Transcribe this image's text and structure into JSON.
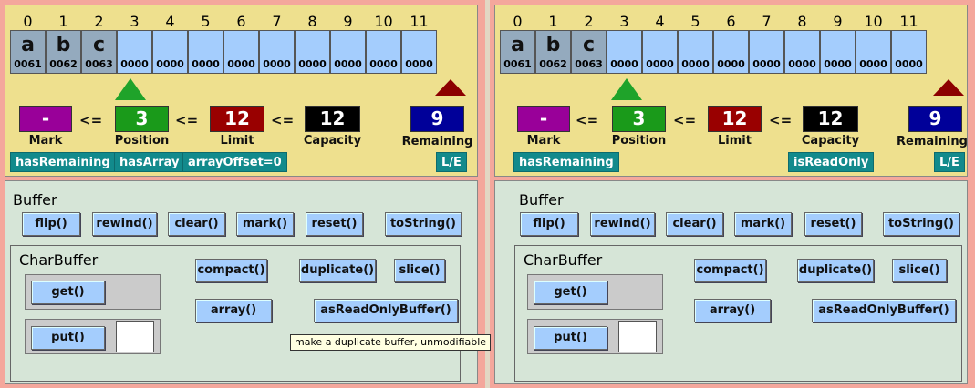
{
  "left": {
    "indices": [
      "0",
      "1",
      "2",
      "3",
      "4",
      "5",
      "6",
      "7",
      "8",
      "9",
      "10",
      "11"
    ],
    "cells": [
      {
        "ch": "a",
        "code": "0061",
        "filled": true
      },
      {
        "ch": "b",
        "code": "0062",
        "filled": true
      },
      {
        "ch": "c",
        "code": "0063",
        "filled": true
      },
      {
        "ch": "",
        "code": "0000",
        "filled": false
      },
      {
        "ch": "",
        "code": "0000",
        "filled": false
      },
      {
        "ch": "",
        "code": "0000",
        "filled": false
      },
      {
        "ch": "",
        "code": "0000",
        "filled": false
      },
      {
        "ch": "",
        "code": "0000",
        "filled": false
      },
      {
        "ch": "",
        "code": "0000",
        "filled": false
      },
      {
        "ch": "",
        "code": "0000",
        "filled": false
      },
      {
        "ch": "",
        "code": "0000",
        "filled": false
      },
      {
        "ch": "",
        "code": "0000",
        "filled": false
      }
    ],
    "mark": {
      "value": "-",
      "label": "Mark",
      "color": "#990099"
    },
    "position": {
      "value": "3",
      "label": "Position",
      "color": "#1a9a1a"
    },
    "limit": {
      "value": "12",
      "label": "Limit",
      "color": "#990000"
    },
    "capacity": {
      "value": "12",
      "label": "Capacity",
      "color": "#000000"
    },
    "remaining": {
      "value": "9",
      "label": "Remaining",
      "color": "#000099"
    },
    "lte": "<=",
    "tags": {
      "has_remaining": "hasRemaining",
      "has_array": "hasArray",
      "array_offset": "arrayOffset=0",
      "byte_order": "L/E"
    },
    "buffer_title": "Buffer",
    "buffer_buttons": {
      "flip": "flip()",
      "rewind": "rewind()",
      "clear": "clear()",
      "mark": "mark()",
      "reset": "reset()",
      "to_string": "toString()"
    },
    "charbuffer_title": "CharBuffer",
    "charbuffer_buttons": {
      "compact": "compact()",
      "duplicate": "duplicate()",
      "slice": "slice()",
      "array": "array()",
      "as_read_only": "asReadOnlyBuffer()",
      "get": "get()",
      "put": "put()"
    },
    "put_value": "",
    "tooltip": "make a duplicate buffer, unmodifiable"
  },
  "right": {
    "indices": [
      "0",
      "1",
      "2",
      "3",
      "4",
      "5",
      "6",
      "7",
      "8",
      "9",
      "10",
      "11"
    ],
    "cells": [
      {
        "ch": "a",
        "code": "0061",
        "filled": true
      },
      {
        "ch": "b",
        "code": "0062",
        "filled": true
      },
      {
        "ch": "c",
        "code": "0063",
        "filled": true
      },
      {
        "ch": "",
        "code": "0000",
        "filled": false
      },
      {
        "ch": "",
        "code": "0000",
        "filled": false
      },
      {
        "ch": "",
        "code": "0000",
        "filled": false
      },
      {
        "ch": "",
        "code": "0000",
        "filled": false
      },
      {
        "ch": "",
        "code": "0000",
        "filled": false
      },
      {
        "ch": "",
        "code": "0000",
        "filled": false
      },
      {
        "ch": "",
        "code": "0000",
        "filled": false
      },
      {
        "ch": "",
        "code": "0000",
        "filled": false
      },
      {
        "ch": "",
        "code": "0000",
        "filled": false
      }
    ],
    "mark": {
      "value": "-",
      "label": "Mark",
      "color": "#990099"
    },
    "position": {
      "value": "3",
      "label": "Position",
      "color": "#1a9a1a"
    },
    "limit": {
      "value": "12",
      "label": "Limit",
      "color": "#990000"
    },
    "capacity": {
      "value": "12",
      "label": "Capacity",
      "color": "#000000"
    },
    "remaining": {
      "value": "9",
      "label": "Remaining",
      "color": "#000099"
    },
    "lte": "<=",
    "tags": {
      "has_remaining": "hasRemaining",
      "is_read_only": "isReadOnly",
      "byte_order": "L/E"
    },
    "buffer_title": "Buffer",
    "buffer_buttons": {
      "flip": "flip()",
      "rewind": "rewind()",
      "clear": "clear()",
      "mark": "mark()",
      "reset": "reset()",
      "to_string": "toString()"
    },
    "charbuffer_title": "CharBuffer",
    "charbuffer_buttons": {
      "compact": "compact()",
      "duplicate": "duplicate()",
      "slice": "slice()",
      "array": "array()",
      "as_read_only": "asReadOnlyBuffer()",
      "get": "get()",
      "put": "put()"
    },
    "put_value": ""
  }
}
